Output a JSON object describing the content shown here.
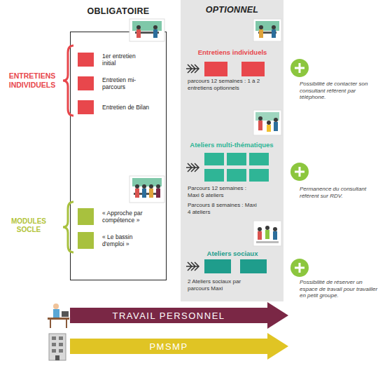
{
  "diagram": {
    "nodes": [
      {
        "text": [
          "OBLIGATOIRE"
        ]
      },
      {
        "text": [
          "1er entretien initial"
        ],
        "in": 0
      },
      {
        "text": [
          "Entretien mi-parcours"
        ],
        "in": 0
      },
      {
        "text": [
          "Entretien de Bilan"
        ],
        "in": 0
      },
      {
        "text": [
          "« Approche par compétence »"
        ],
        "in": 0
      },
      {
        "text": [
          "« Le bassin d'emploi »"
        ],
        "in": 0
      },
      {
        "text": [
          "OPTIONNEL"
        ]
      },
      {
        "text": [
          "TRAVAIL PERSONNEL"
        ]
      },
      {
        "text": [
          "PMSMP"
        ]
      }
    ],
    "labels": [
      "ENTRETIENS INDIVIDUELS",
      "MODULES SOCLE",
      "Entretiens individuels",
      "parcours 12 semaines : 1 à 2 entretiens optionnels",
      "Possibilité de contacter son consultant référent par téléphone.",
      "Ateliers multi-thématiques",
      "Parcours 12 semaines : Maxi 6 ateliers",
      "Parcours 8 semaines : Maxi 4 ateliers",
      "Permanence du consultant référent sur RDV.",
      "Ateliers sociaux",
      "2 Ateliers sociaux par parcours Maxi",
      "Possibilité de réserver un espace de travail pour travailler en petit groupe."
    ]
  }
}
